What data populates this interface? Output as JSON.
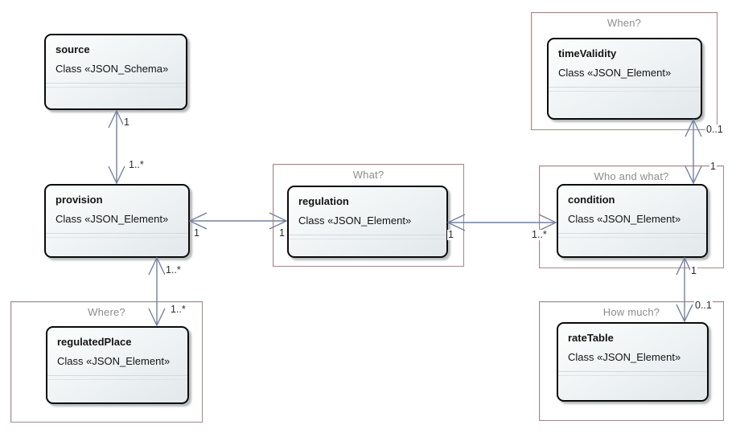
{
  "diagram": {
    "frames": {
      "when": {
        "title": "When?"
      },
      "what": {
        "title": "What?"
      },
      "who_and_what": {
        "title": "Who and what?"
      },
      "where": {
        "title": "Where?"
      },
      "how_much": {
        "title": "How much?"
      }
    },
    "classes": {
      "source": {
        "name": "source",
        "stereotype": "Class «JSON_Schema»"
      },
      "provision": {
        "name": "provision",
        "stereotype": "Class «JSON_Element»"
      },
      "regulation": {
        "name": "regulation",
        "stereotype": "Class «JSON_Element»"
      },
      "condition": {
        "name": "condition",
        "stereotype": "Class «JSON_Element»"
      },
      "timeValidity": {
        "name": "timeValidity",
        "stereotype": "Class «JSON_Element»"
      },
      "regulatedPlace": {
        "name": "regulatedPlace",
        "stereotype": "Class «JSON_Element»"
      },
      "rateTable": {
        "name": "rateTable",
        "stereotype": "Class «JSON_Element»"
      }
    },
    "multiplicities": {
      "source_provision": {
        "at_source": "1",
        "at_provision": "1..*"
      },
      "provision_regulation": {
        "at_provision": "1",
        "at_regulation": "1"
      },
      "regulation_condition": {
        "at_regulation": "1",
        "at_condition": "1..*"
      },
      "provision_regulatedPlace": {
        "at_provision": "1..*",
        "at_regulatedPlace": "1..*"
      },
      "timeValidity_condition": {
        "at_timeValidity": "0..1",
        "at_condition": "1"
      },
      "condition_rateTable": {
        "at_condition": "1",
        "at_rateTable": "0..1"
      }
    },
    "colors": {
      "connector": "#75819e",
      "frame_border": "#a18a8a",
      "frame_title": "#8c8c8c",
      "box_border": "#0a0a0a"
    }
  }
}
